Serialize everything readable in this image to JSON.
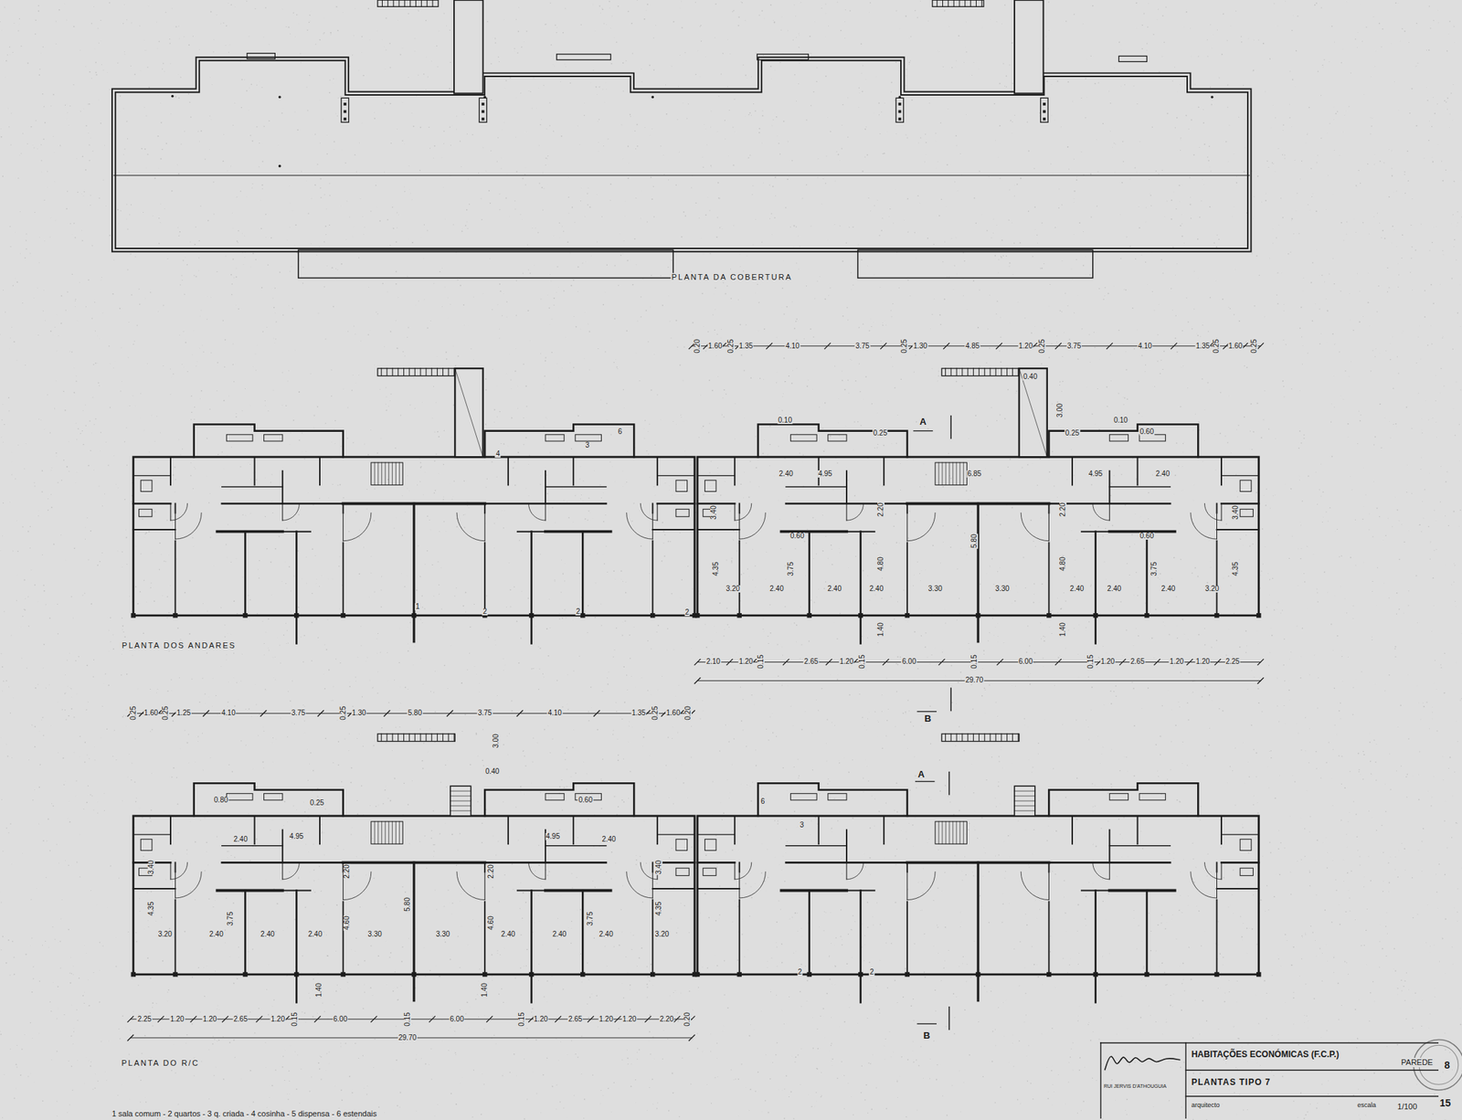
{
  "diagram": {
    "nodes": [
      {
        "text": [
          "HABITAÇÕES ECONÓMICAS (F.C.P.)",
          "PAREDE",
          "PLANTAS TIPO 7",
          "RUI JERVIS D'ATHOUGUIA",
          "arquitecto",
          "escala",
          "1/100"
        ]
      }
    ],
    "labels": [
      "PLANTA DA COBERTURA",
      "PLANTA DOS ANDARES",
      "PLANTA DO R/C",
      "1 sala comum - 2 quartos - 3 q. criada - 4 cosinha - 5 dispensa - 6 estendais",
      "0.20",
      "1.60",
      "0.25",
      "1.35",
      "4.10",
      "3.75",
      "0.25",
      "1.30",
      "4.85",
      "1.20",
      "0.25",
      "3.75",
      "4.10",
      "1.35",
      "0.25",
      "1.60",
      "0.25",
      "2.10",
      "1.20",
      "0.15",
      "2.65",
      "1.20",
      "0.15",
      "6.00",
      "0.15",
      "6.00",
      "0.15",
      "1.20",
      "2.65",
      "1.20",
      "1.20",
      "2.25",
      "29.70",
      "0.25",
      "1.60",
      "0.25",
      "1.25",
      "4.10",
      "3.75",
      "0.25",
      "1.30",
      "5.80",
      "3.75",
      "4.10",
      "1.35",
      "0.25",
      "1.60",
      "0.20",
      "2.25",
      "1.20",
      "1.20",
      "2.65",
      "1.20",
      "0.15",
      "6.00",
      "0.15",
      "6.00",
      "0.15",
      "1.20",
      "2.65",
      "1.20",
      "1.20",
      "2.20",
      "0.20",
      "29.70",
      "A",
      "B",
      "A",
      "B",
      "0.40",
      "3.00",
      "0.10",
      "0.25",
      "0.25",
      "0.10",
      "0.60",
      "4.95",
      "4.95",
      "2.40",
      "2.40",
      "6.85",
      "2.20",
      "2.20",
      "5.80",
      "4.80",
      "4.80",
      "3.20",
      "2.40",
      "2.40",
      "2.40",
      "3.30",
      "3.30",
      "2.40",
      "2.40",
      "2.40",
      "3.20",
      "4.35",
      "4.35",
      "3.75",
      "3.75",
      "1.40",
      "1.40",
      "0.60",
      "0.60",
      "3.40",
      "3.40",
      "0.40",
      "3.00",
      "0.80",
      "0.60",
      "0.25",
      "4.95",
      "4.95",
      "2.40",
      "2.40",
      "2.20",
      "2.20",
      "5.80",
      "4.60",
      "4.60",
      "3.20",
      "2.40",
      "2.40",
      "2.40",
      "3.30",
      "3.30",
      "2.40",
      "2.40",
      "2.40",
      "3.20",
      "4.35",
      "4.35",
      "3.75",
      "3.75",
      "1.40",
      "1.40",
      "3.40",
      "3.40",
      "6",
      "3",
      "4",
      "1",
      "2",
      "2",
      "2",
      "6",
      "3",
      "2",
      "2",
      "8",
      "15"
    ]
  }
}
